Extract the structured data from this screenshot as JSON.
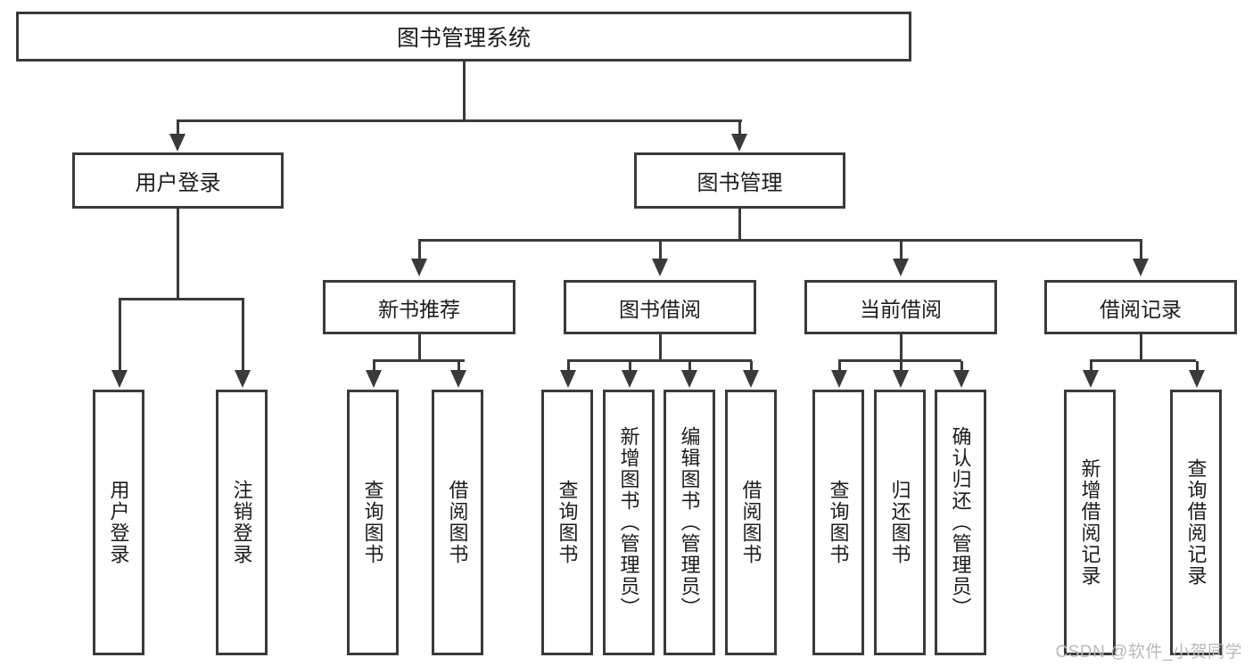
{
  "diagram": {
    "title": "图书管理系统",
    "type": "功能结构图",
    "line_color": "#3a3a3a",
    "box_fill": "#ffffff",
    "text_color": "#1c1c1c",
    "watermark": "CSDN @软件_小贺同学"
  },
  "root": {
    "label": "图书管理系统"
  },
  "level1": [
    {
      "label": "用户登录"
    },
    {
      "label": "图书管理"
    }
  ],
  "level2": [
    {
      "label": "新书推荐"
    },
    {
      "label": "图书借阅"
    },
    {
      "label": "当前借阅"
    },
    {
      "label": "借阅记录"
    }
  ],
  "leaves": {
    "user_login": [
      {
        "label": "用户登录"
      },
      {
        "label": "注销登录"
      }
    ],
    "new_book": [
      {
        "label": "查询图书"
      },
      {
        "label": "借阅图书"
      }
    ],
    "borrow": [
      {
        "label": "查询图书"
      },
      {
        "label": "新增图书（管理员）"
      },
      {
        "label": "编辑图书（管理员）"
      },
      {
        "label": "借阅图书"
      }
    ],
    "current": [
      {
        "label": "查询图书"
      },
      {
        "label": "归还图书"
      },
      {
        "label": "确认归还（管理员）"
      }
    ],
    "records": [
      {
        "label": "新增借阅记录"
      },
      {
        "label": "查询借阅记录"
      }
    ]
  }
}
